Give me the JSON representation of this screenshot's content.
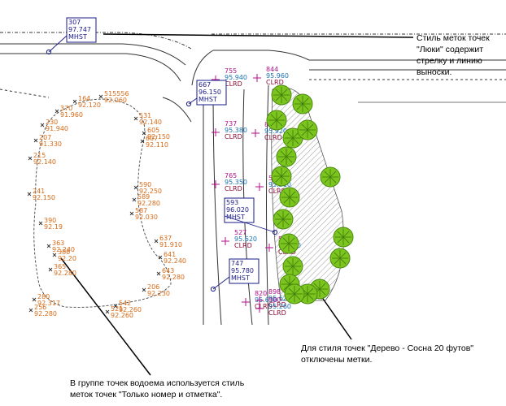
{
  "annotations": {
    "manholes": [
      "Стиль меток точек",
      "\"Люки\" содержит",
      "стрелку и линию",
      "выноски."
    ],
    "trees": [
      "Для стиля точек \"Дерево - Сосна 20 футов\"",
      "отключены метки."
    ],
    "pond": [
      "В группе точек водоема используется стиль",
      "меток точек \"Только номер и отметка\"."
    ]
  },
  "manhole_labels": [
    {
      "lines": [
        "307",
        "97.747",
        "MHST"
      ]
    },
    {
      "lines": [
        "667",
        "96.150",
        "MHST"
      ]
    },
    {
      "lines": [
        "593",
        "96.020",
        "MHST"
      ]
    },
    {
      "lines": [
        "747",
        "95.780",
        "MHST"
      ]
    }
  ],
  "pond_points": [
    {
      "num": "164",
      "elev": "92.120"
    },
    {
      "num": "515556",
      "elev": "92.060"
    },
    {
      "num": "370",
      "elev": "91.960"
    },
    {
      "num": "230",
      "elev": "91.940"
    },
    {
      "num": "207",
      "elev": "91.330"
    },
    {
      "num": "215",
      "elev": "92.140"
    },
    {
      "num": "241",
      "elev": "92.150"
    },
    {
      "num": "390",
      "elev": "92.19"
    },
    {
      "num": "363",
      "elev": "92.240"
    },
    {
      "num": "386",
      "elev": "92.20"
    },
    {
      "num": "365",
      "elev": "92.280"
    },
    {
      "num": "280",
      "elev": "92.317"
    },
    {
      "num": "256",
      "elev": "92.280"
    },
    {
      "num": "521",
      "elev": "92.260"
    },
    {
      "num": "531",
      "elev": "92.140"
    },
    {
      "num": "605",
      "elev": "92.150"
    },
    {
      "num": "607",
      "elev": "92.110"
    },
    {
      "num": "590",
      "elev": "92.250"
    },
    {
      "num": "589",
      "elev": "92.280"
    },
    {
      "num": "587",
      "elev": "92.030"
    },
    {
      "num": "637",
      "elev": "91.910"
    },
    {
      "num": "641",
      "elev": "92.240"
    },
    {
      "num": "643",
      "elev": "92.280"
    },
    {
      "num": "206",
      "elev": "92.230"
    },
    {
      "num": "542",
      "elev": "92.260"
    }
  ],
  "curb_points": [
    {
      "num": "755",
      "elev": "95.940",
      "code": "CLRD"
    },
    {
      "num": "844",
      "elev": "95.960",
      "code": "CLRD"
    },
    {
      "num": "737",
      "elev": "95.380",
      "code": "CLRD"
    },
    {
      "num": "802",
      "elev": "95.920",
      "code": "CLRD"
    },
    {
      "num": "765",
      "elev": "95.350",
      "code": "CLRD"
    },
    {
      "num": "580",
      "elev": "95.310",
      "code": "CLRD"
    },
    {
      "num": "527",
      "elev": "95.620",
      "code": "CLRD"
    },
    {
      "num": "536",
      "elev": "95.710",
      "code": "CLRD"
    },
    {
      "num": "820",
      "elev": "95.630",
      "code": "CLRD"
    },
    {
      "num": "898",
      "elev": "95.620",
      "code": "CLRD"
    },
    {
      "num": "900",
      "elev": "95.260",
      "code": "CLRD"
    }
  ],
  "colors": {
    "pond": "#d86a16",
    "curb_num": "#b0108a",
    "curb_elev": "#1a73b5",
    "curb_code": "#8a0a36",
    "manhole": "#1a1a8a",
    "tree": "#6fbf1a",
    "hatch": "#999999"
  }
}
